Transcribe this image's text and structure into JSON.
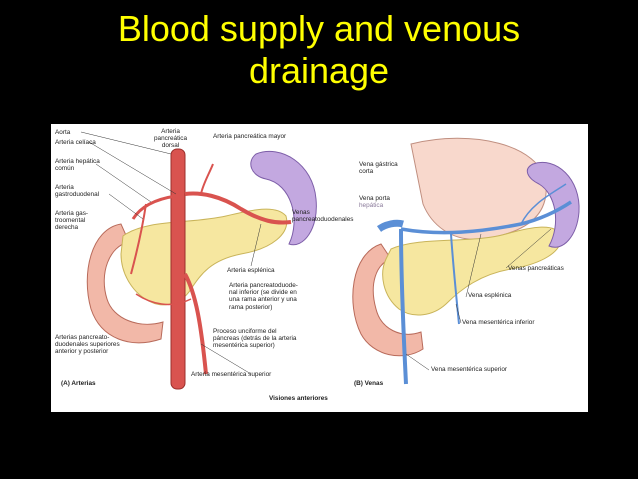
{
  "slide": {
    "title_line1": "Blood supply and venous",
    "title_line2": "drainage"
  },
  "colors": {
    "background": "#000000",
    "title": "#ffff00",
    "artery": "#d9534f",
    "vein": "#5b8fd6",
    "pancreas": "#f6e7a0",
    "spleen": "#a98bc9"
  },
  "figure": {
    "arteries": {
      "aorta": "Aorta",
      "arteria_celiaca": "Arteria celíaca",
      "arteria_hepatica_comun": "Arteria hepática\ncomún",
      "arteria_gastroduodenal": "Arteria\ngastroduodenal",
      "arteria_gastroomental": "Arteria gas-\ntroomental\nderecha",
      "arteria_pancreatica_dorsal": "Arteria\npancreática\ndorsal",
      "arteria_pancreatica_mayor": "Arteria pancreática mayor",
      "arteria_esplenica": "Arteria esplénica",
      "arteria_pancreatoduodenal_inferior": "Arteria pancreatoduode-\nnal inferior (se divide en\nuna rama anterior y una\nrama posterior)",
      "proceso_unciforme": "Proceso unciforme del\npáncreas (detrás de la arteria\nmesentérica superior)",
      "arterias_pancreatoduodenales_superiores": "Arterias pancreato-\nduodenales superiores\nanterior y posterior",
      "arteria_mesenterica_superior": "Arteria mesentérica superior",
      "panel_label": "(A) Arterias"
    },
    "veins": {
      "vena_gastrica_corta": "Vena gástrica\ncorta",
      "vena_porta": "Vena porta",
      "hepatica": "hepática",
      "venas_pancreatoduodenales": "Venas\npancreatoduodenales",
      "venas_pancreaticas": "Venas pancreáticas",
      "vena_esplenica": "Vena esplénica",
      "vena_mesenterica_inferior": "Vena mesentérica inferior",
      "vena_mesenterica_superior": "Vena mesentérica superior",
      "panel_label": "(B) Venas"
    },
    "caption": "Visiones anteriores"
  }
}
